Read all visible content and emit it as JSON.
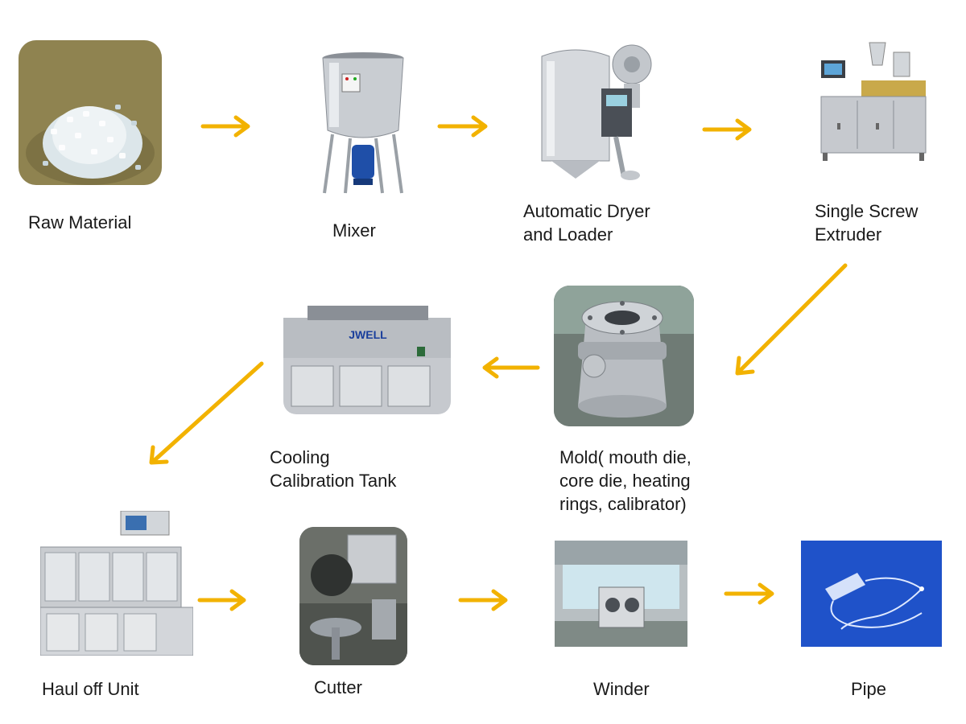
{
  "flow": {
    "steps": [
      {
        "id": "raw-material",
        "label": "Raw  Material",
        "icon": "plastic-pellets-photo"
      },
      {
        "id": "mixer",
        "label": "Mixer",
        "icon": "mixer-machine-photo"
      },
      {
        "id": "dryer-loader",
        "label": "Automatic Dryer\nand Loader",
        "icon": "dryer-loader-photo"
      },
      {
        "id": "extruder",
        "label": "Single Screw\nExtruder",
        "icon": "extruder-machine-photo"
      },
      {
        "id": "mold",
        "label": "Mold( mouth die,\ncore die, heating\nrings, calibrator)",
        "icon": "mold-die-photo"
      },
      {
        "id": "cooling-tank",
        "label": "Cooling\nCalibration Tank",
        "icon": "cooling-tank-photo"
      },
      {
        "id": "haul-off",
        "label": "Haul off Unit",
        "icon": "haul-off-photo"
      },
      {
        "id": "cutter",
        "label": "Cutter",
        "icon": "cutter-photo"
      },
      {
        "id": "winder",
        "label": "Winder",
        "icon": "winder-photo"
      },
      {
        "id": "pipe",
        "label": "Pipe",
        "icon": "medical-tube-photo"
      }
    ],
    "tank_brand": "JWELL",
    "colors": {
      "arrow": "#f2b200",
      "label_text": "#1a1a1a",
      "pellet_bg": "#8f8350",
      "pipe_bg": "#1f52c9"
    }
  }
}
